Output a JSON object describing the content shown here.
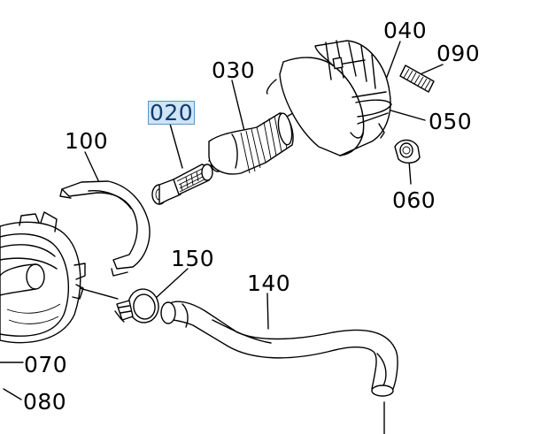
{
  "diagram": {
    "labels": {
      "p020": "020",
      "p030": "030",
      "p040": "040",
      "p050": "050",
      "p060": "060",
      "p070": "070",
      "p080": "080",
      "p090": "090",
      "p100": "100",
      "p140": "140",
      "p150": "150"
    },
    "selected_part": "020",
    "colors": {
      "line": "#000000",
      "highlight": "#cfe4f6",
      "highlight_border": "#5b95c9"
    }
  }
}
